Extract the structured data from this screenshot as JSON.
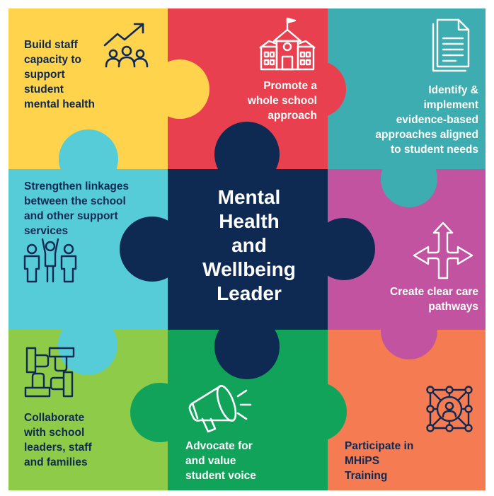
{
  "center": {
    "lines": [
      "Mental",
      "Health",
      "and",
      "Wellbeing",
      "Leader"
    ]
  },
  "pieces": [
    {
      "id": "build-staff",
      "color": "#ffd34c",
      "text_color": "dark",
      "icon": "people-growth-icon",
      "lines": [
        "Build staff",
        "capacity to",
        "support",
        "student",
        "mental health"
      ]
    },
    {
      "id": "whole-school",
      "color": "#e8404e",
      "text_color": "light",
      "icon": "school-building-icon",
      "lines": [
        "Promote a",
        "whole school",
        "approach"
      ]
    },
    {
      "id": "evidence",
      "color": "#3eadb1",
      "text_color": "light",
      "icon": "document-icon",
      "lines": [
        "Identify &",
        "implement",
        "evidence-based",
        "approaches aligned",
        "to student needs"
      ]
    },
    {
      "id": "linkages",
      "color": "#56ccd8",
      "text_color": "dark",
      "icon": "group-people-icon",
      "lines": [
        "Strengthen linkages",
        "between the school",
        "and other support",
        "services"
      ]
    },
    {
      "id": "care-pathways",
      "color": "#c253a0",
      "text_color": "light",
      "icon": "direction-arrows-icon",
      "lines": [
        "Create clear care",
        "pathways"
      ]
    },
    {
      "id": "collaborate",
      "color": "#8dcb48",
      "text_color": "dark",
      "icon": "joined-hands-icon",
      "lines": [
        "Collaborate",
        "with school",
        "leaders, staff",
        "and families"
      ]
    },
    {
      "id": "advocate",
      "color": "#12a35a",
      "text_color": "light",
      "icon": "megaphone-icon",
      "lines": [
        "Advocate for",
        "and value",
        "student voice"
      ]
    },
    {
      "id": "mhips",
      "color": "#f47b52",
      "text_color": "dark",
      "icon": "network-person-icon",
      "lines": [
        "Participate in",
        "MHiPS",
        "Training"
      ]
    }
  ],
  "center_color": "#0f2a52",
  "accent_dark": "#0f2a52"
}
